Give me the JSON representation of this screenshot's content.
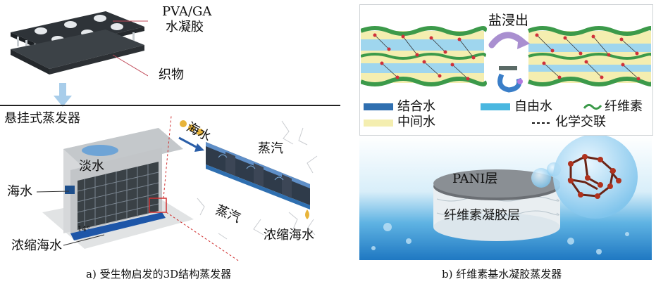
{
  "panel_a": {
    "top_labels": {
      "hydrogel_line1": "PVA/GA",
      "hydrogel_line2": "水凝胶",
      "fabric": "织物"
    },
    "section_title": "悬挂式蒸发器",
    "labels": {
      "fresh_water": "淡水",
      "seawater_left": "海水",
      "concentrated_left": "浓缩海水",
      "seawater_right": "海水",
      "vapor_top": "蒸汽",
      "vapor_bottom": "蒸汽",
      "concentrated_right": "浓缩海水",
      "tilt_mark": "14°"
    },
    "caption": "a) 受生物启发的3D结构蒸发器"
  },
  "panel_b": {
    "salt_leaching": "盐浸出",
    "legend": {
      "bound_water": "结合水",
      "free_water": "自由水",
      "fiber": "纤维素",
      "intermediate_water": "中间水",
      "crosslink": "化学交联"
    },
    "pani_layer": "PANI层",
    "hydrogel_layer": "纤维素凝胶层",
    "caption": "b) 纤维素基水凝胶蒸发器"
  },
  "colors": {
    "bound_water": "#2f6fb0",
    "free_water": "#4ab7e0",
    "intermediate_water": "#f4eeb0",
    "fiber": "#3c9a4a",
    "arrow_purple": "#a98fd0"
  }
}
